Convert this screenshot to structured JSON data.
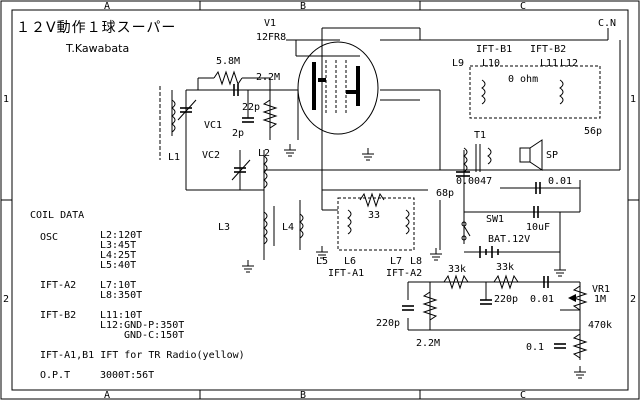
{
  "title": "１２V動作１球スーパー",
  "author": "T.Kawabata",
  "border": {
    "columns": [
      "A",
      "B",
      "C"
    ],
    "rows": [
      "1",
      "2"
    ]
  },
  "tube": {
    "ref": "V1",
    "type": "12FR8"
  },
  "labels": {
    "r58m": "5.8M",
    "r22m_top": "2.2M",
    "c22p": "22p",
    "c2p": "2p",
    "vc1": "VC1",
    "vc2": "VC2",
    "l1": "L1",
    "l2": "L2",
    "l3": "L3",
    "l4": "L4",
    "l5": "L5",
    "l6": "L6",
    "l7": "L7",
    "l8": "L8",
    "l9": "L9",
    "l10": "L10",
    "l11": "L11",
    "l12": "L12",
    "ift_a1": "IFT-A1",
    "ift_a2": "IFT-A2",
    "ift_b1": "IFT-B1",
    "ift_b2": "IFT-B2",
    "zero_ohm": "0 ohm",
    "r33": "33",
    "c68p": "68p",
    "c56p": "56p",
    "cn": "C.N",
    "t1": "T1",
    "sp": "SP",
    "c0047": "0.0047",
    "c001_top": "0.01",
    "sw1": "SW1",
    "c10uf": "10uF",
    "bat": "BAT.12V",
    "r33k_a": "33k",
    "r33k_b": "33k",
    "c220p_mid": "220p",
    "c001_mid": "0.01",
    "c220p_left": "220p",
    "r22m_bottom": "2.2M",
    "vr1": "VR1",
    "vr1_value": "1M",
    "r470k": "470k",
    "c01": "0.1"
  },
  "coil_data": {
    "heading": "COIL DATA",
    "groups": [
      {
        "name": "OSC",
        "lines": [
          "L2:120T",
          "L3:45T",
          "L4:25T",
          "L5:40T"
        ]
      },
      {
        "name": "IFT-A2",
        "lines": [
          "L7:10T",
          "L8:350T"
        ]
      },
      {
        "name": "IFT-B2",
        "lines": [
          "L11:10T",
          "L12:GND-P:350T",
          "GND-C:150T"
        ]
      }
    ],
    "note_ift": "IFT-A1,B1 IFT for TR Radio(yellow)",
    "opt_label": "O.P.T",
    "opt_value": "3000T:56T"
  }
}
